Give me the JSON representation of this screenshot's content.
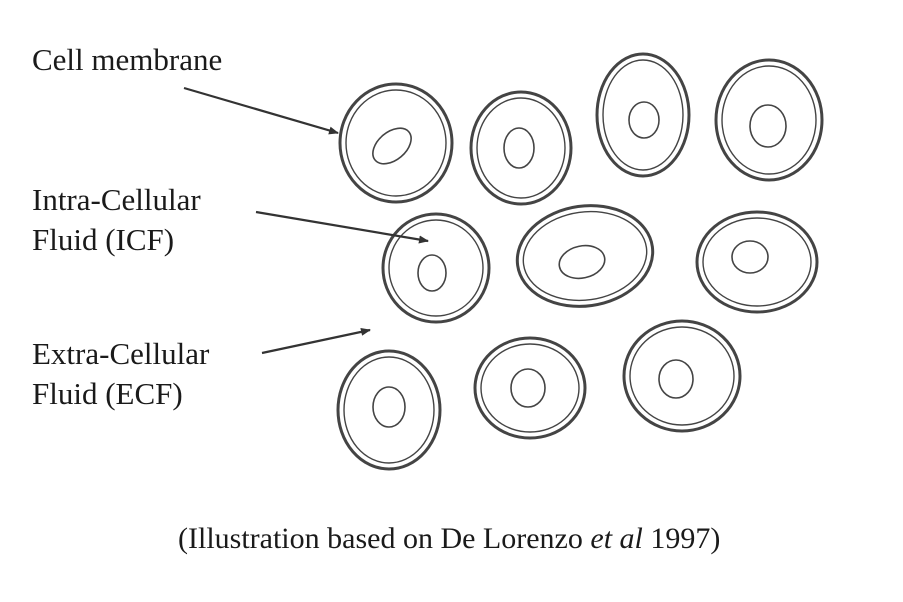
{
  "labels": {
    "cell_membrane": "Cell membrane",
    "icf_line1": "Intra-Cellular",
    "icf_line2": "Fluid (ICF)",
    "ecf_line1": "Extra-Cellular",
    "ecf_line2": "Fluid (ECF)"
  },
  "caption": {
    "open": "(Illustration based on De Lorenzo ",
    "italic": "et al",
    "close": " 1997)"
  },
  "colors": {
    "ink": "#333333",
    "background": "#ffffff"
  }
}
